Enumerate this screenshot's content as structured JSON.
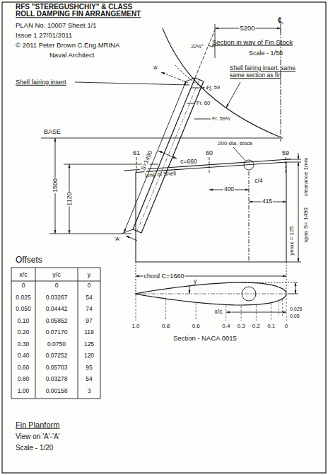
{
  "diagram": {
    "title": "RFS \"STEREGUSHCHIY\" & CLASS",
    "labels": [
      "ROLL DAMPING FIN ARRANGEMENT",
      "PLAN No. 10007 Sheet 1/1",
      "Issue 1 27/01/2011",
      "© 2011 Peter Brown C.Eng.MRINA",
      "Naval Architect",
      "Section in way of Fin Stock",
      "Scale - 1/50",
      "℄",
      "22½°",
      "5200",
      "Shell fairing insert",
      "'A'",
      "'A'",
      "Fr. 59",
      "Fr. 60",
      "Fr. 59½",
      "Shell fairing insert. same same section as fin",
      "BASE",
      "S=1490",
      "c=660",
      "1500",
      "1120",
      "61",
      "60",
      "59",
      "200 dia. stock",
      "Line of Shell",
      "400",
      "c/4",
      "415",
      "clearance 1mm",
      "span S= 1490",
      "ymax = 125",
      "chord C=1660",
      "y",
      "x/c",
      "1.0",
      "0.8",
      "0.6",
      "0.4",
      "0.3",
      "0.2",
      "0.1",
      "0",
      "0.025",
      "0.05",
      "Section - NACA 0015",
      "Offsets",
      "x/c",
      "y/c",
      "y",
      "0",
      "0",
      "0",
      "0.025",
      "0.03267",
      "54",
      "0.050",
      "0.04442",
      "74",
      "0.10",
      "0.05852",
      "97",
      "0.20",
      "0.07170",
      "119",
      "0.30",
      "0.0750",
      "125",
      "0.40",
      "0.07252",
      "120",
      "0.60",
      "0.05703",
      "95",
      "0.80",
      "0.03278",
      "54",
      "1.00",
      "0.00158",
      "3",
      "Fin Planform",
      "View on 'A'-'A'",
      "Scale - 1/20"
    ]
  }
}
